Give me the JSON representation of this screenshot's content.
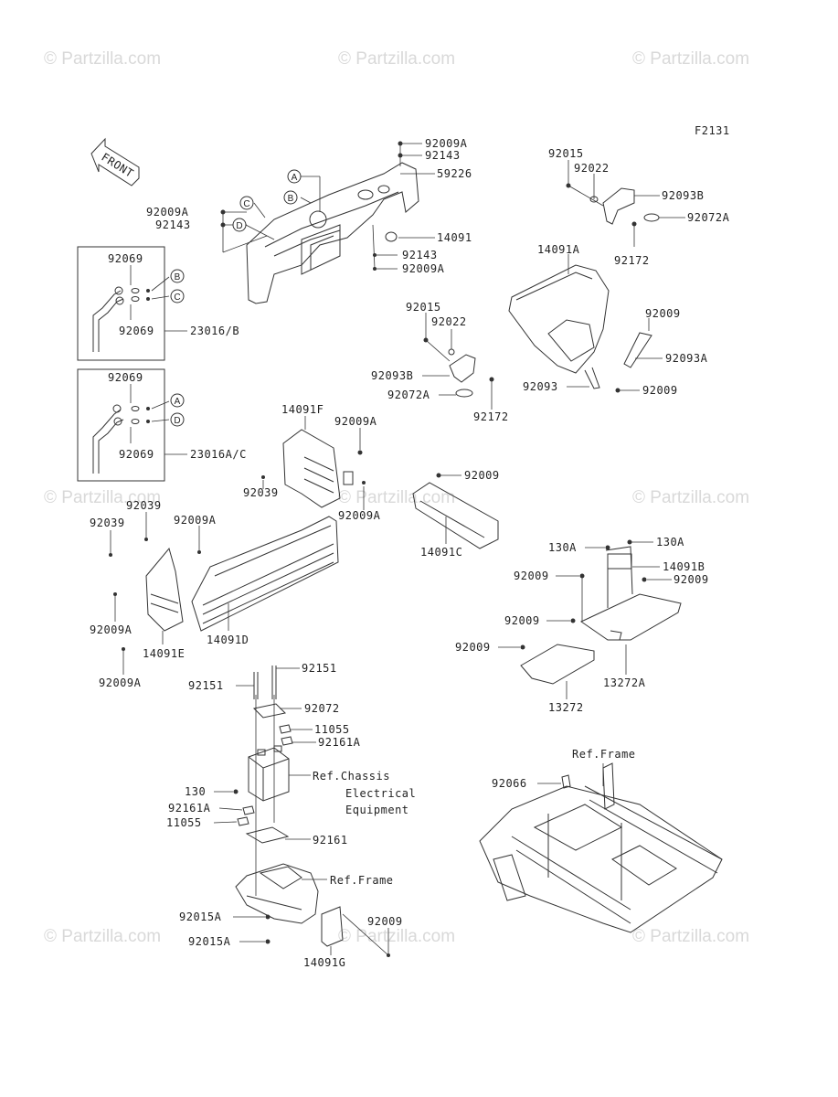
{
  "diagram_code": "F2131",
  "front_label": "FRONT",
  "watermark": "© Partzilla.com",
  "callouts": {
    "c_a1": "A",
    "c_b1": "B",
    "c_c1": "C",
    "c_d1": "D",
    "c_b2": "B",
    "c_c2": "C",
    "c_a3": "A",
    "c_d3": "D"
  },
  "labels": {
    "p92009A_1": "92009A",
    "p92143_1": "92143",
    "p59226": "59226",
    "p92009A_2": "92009A",
    "p92143_2": "92143",
    "p14091": "14091",
    "p92143_3": "92143",
    "p92009A_3": "92009A",
    "p92015_1": "92015",
    "p92022_1": "92022",
    "p92093B_1": "92093B",
    "p92072A_1": "92072A",
    "p92172_1": "92172",
    "p14091A": "14091A",
    "p92009_1": "92009",
    "p92093A": "92093A",
    "p92093": "92093",
    "p92009_2": "92009",
    "p92069_1": "92069",
    "p92069_2": "92069",
    "p23016B": "23016/B",
    "p92015_2": "92015",
    "p92022_2": "92022",
    "p92093B_2": "92093B",
    "p92072A_2": "92072A",
    "p92172_2": "92172",
    "p92069_3": "92069",
    "p92069_4": "92069",
    "p23016AC": "23016A/C",
    "p14091F": "14091F",
    "p92009A_4": "92009A",
    "p92039_1": "92039",
    "p92009A_5": "92009A",
    "p92009_3": "92009",
    "p14091C": "14091C",
    "p92039_2": "92039",
    "p92039_3": "92039",
    "p92009A_6": "92009A",
    "p92009A_7": "92009A",
    "p14091E": "14091E",
    "p14091D": "14091D",
    "p92009A_8": "92009A",
    "p130A_1": "130A",
    "p130A_2": "130A",
    "p14091B": "14091B",
    "p92009_4": "92009",
    "p92009_5": "92009",
    "p92009_6": "92009",
    "p92009_7": "92009",
    "p13272A": "13272A",
    "p13272": "13272",
    "p92151_1": "92151",
    "p92151_2": "92151",
    "p92072": "92072",
    "p11055_1": "11055",
    "p92161A_1": "92161A",
    "ref_chassis_1": "Ref.Chassis",
    "ref_chassis_2": "Electrical",
    "ref_chassis_3": "Equipment",
    "p130": "130",
    "p92161A_2": "92161A",
    "p11055_2": "11055",
    "p92161": "92161",
    "ref_frame_1": "Ref.Frame",
    "p92015A_1": "92015A",
    "p92015A_2": "92015A",
    "p92009_8": "92009",
    "p14091G": "14091G",
    "ref_frame_2": "Ref.Frame",
    "p92066": "92066"
  }
}
